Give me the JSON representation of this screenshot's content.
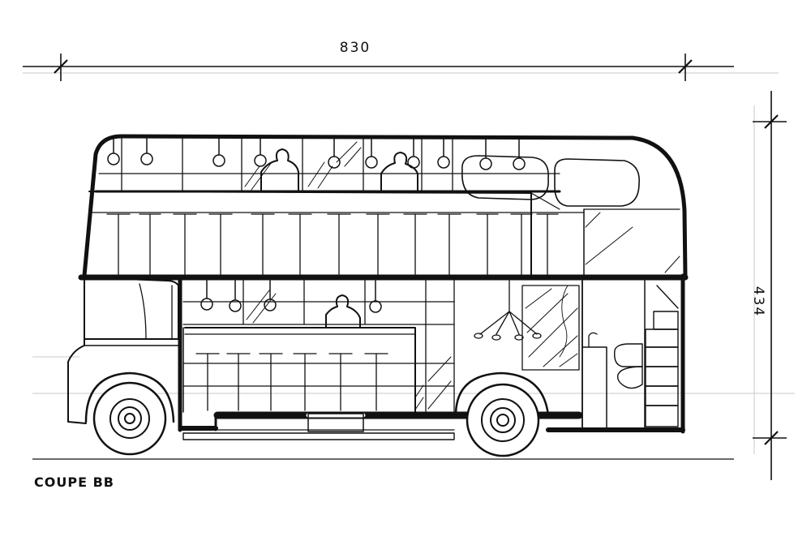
{
  "dimensions": {
    "length": "830",
    "height": "434"
  },
  "caption": "COUPE BB",
  "colors": {
    "ink": "#111111",
    "paper": "#ffffff",
    "faint": "#bdbdbd"
  }
}
